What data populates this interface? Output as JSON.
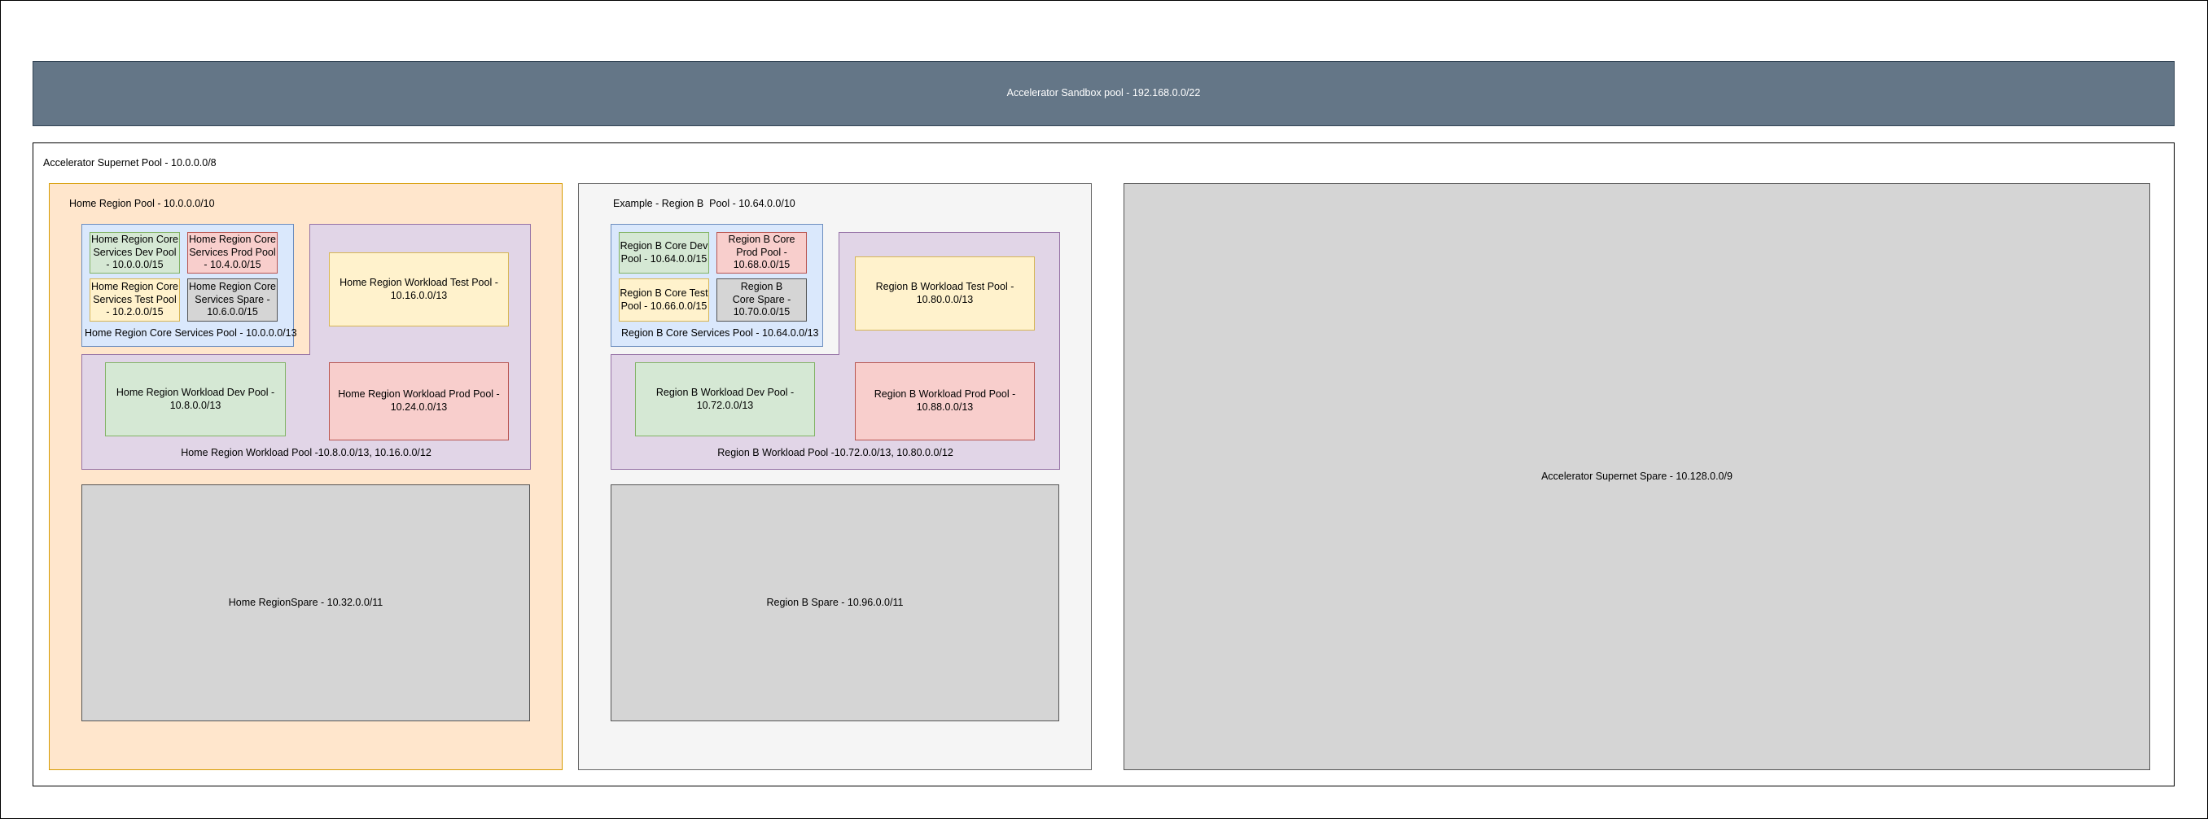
{
  "sandbox_pool": "Accelerator Sandbox pool - 192.168.0.0/22",
  "supernet_pool": "Accelerator Supernet Pool - 10.0.0.0/8",
  "supernet_spare": "Accelerator Supernet Spare - 10.128.0.0/9",
  "home": {
    "title": "Home Region Pool - 10.0.0.0/10",
    "core_pool": "Home Region Core Services Pool - 10.0.0.0/13",
    "core_dev": "Home Region Core Services Dev Pool - 10.0.0.0/15",
    "core_prod": "Home Region Core Services Prod Pool - 10.4.0.0/15",
    "core_test": "Home Region Core Services Test Pool - 10.2.0.0/15",
    "core_spare": "Home Region Core Services Spare - 10.6.0.0/15",
    "workload_pool": "Home Region Workload Pool -10.8.0.0/13, 10.16.0.0/12",
    "workload_test": "Home Region Workload Test Pool - 10.16.0.0/13",
    "workload_dev": "Home Region Workload Dev Pool - 10.8.0.0/13",
    "workload_prod": "Home Region Workload Prod Pool - 10.24.0.0/13",
    "spare": "Home RegionSpare - 10.32.0.0/11"
  },
  "regionb": {
    "title": "Example - Region B  Pool - 10.64.0.0/10",
    "core_pool": "Region B Core Services Pool - 10.64.0.0/13",
    "core_dev": "Region B Core Dev Pool - 10.64.0.0/15",
    "core_prod": "Region B Core Prod Pool - 10.68.0.0/15",
    "core_test": "Region B Core Test Pool - 10.66.0.0/15",
    "core_spare": "Region B Core Spare - 10.70.0.0/15",
    "workload_pool": "Region B Workload Pool -10.72.0.0/13, 10.80.0.0/12",
    "workload_test": "Region B Workload Test Pool - 10.80.0.0/13",
    "workload_dev": "Region B Workload Dev Pool - 10.72.0.0/13",
    "workload_prod": "Region B Workload Prod Pool - 10.88.0.0/13",
    "spare": "Region B Spare - 10.96.0.0/11"
  }
}
